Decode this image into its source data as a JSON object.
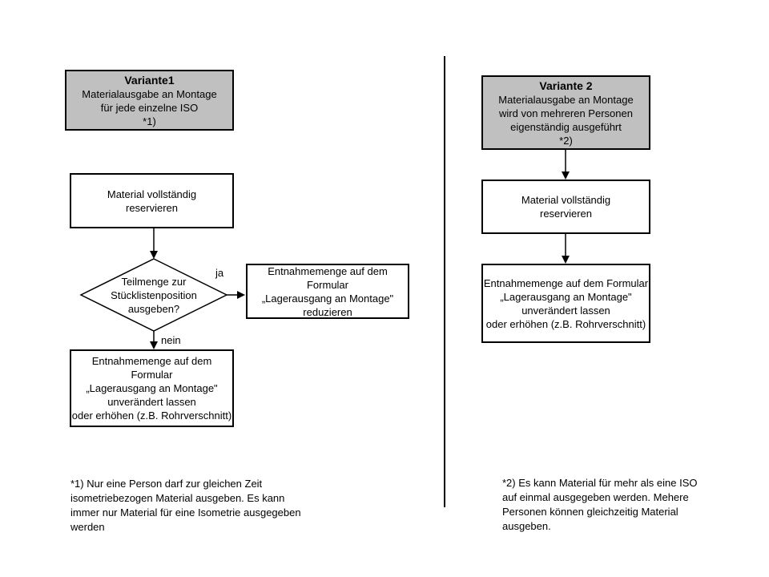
{
  "colors": {
    "background": "#ffffff",
    "header_fill": "#c0c0c0",
    "box_fill": "#ffffff",
    "border": "#000000",
    "text": "#000000"
  },
  "variant1": {
    "header_title": "Variante1",
    "header_body": "Materialausgabe an Montage\nfür jede einzelne ISO\n*1)",
    "reserve": "Material vollständig\nreservieren",
    "decision": "Teilmenge zur\nStücklistenposition\nausgeben?",
    "yes_label": "ja",
    "no_label": "nein",
    "reduce": "Entnahmemenge auf dem Formular\n„Lagerausgang an Montage\"\nreduzieren",
    "keep": "Entnahmemenge auf dem Formular\n„Lagerausgang an Montage\"\nunverändert lassen\noder erhöhen (z.B. Rohrverschnitt)",
    "footnote": "*1) Nur eine Person darf zur gleichen Zeit\nisometriebezogen Material ausgeben. Es kann\nimmer nur Material für eine Isometrie ausgegeben\nwerden"
  },
  "variant2": {
    "header_title": "Variante 2",
    "header_body": "Materialausgabe an Montage\nwird von mehreren Personen\neigenständig ausgeführt\n*2)",
    "reserve": "Material vollständig\nreservieren",
    "keep": "Entnahmemenge auf dem Formular\n„Lagerausgang an Montage\"\nunverändert lassen\noder erhöhen (z.B. Rohrverschnitt)",
    "footnote": "*2) Es kann Material für mehr als eine ISO\nauf einmal ausgegeben werden. Mehere\nPersonen können gleichzeitig Material\nausgeben."
  }
}
